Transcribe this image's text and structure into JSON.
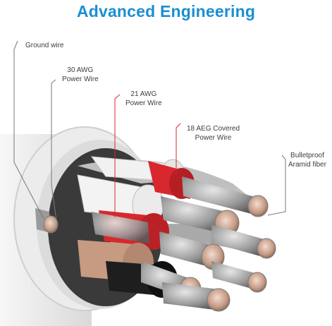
{
  "title": "Advanced Engineering",
  "labels": {
    "ground_wire": "Ground wire",
    "awg30_line1": "30 AWG",
    "awg30_line2": "Power Wire",
    "awg21_line1": "21 AWG",
    "awg21_line2": "Power Wire",
    "aeg18_line1": "18 AEG Covered",
    "aeg18_line2": "Power Wire",
    "aramid_line1": "Bulletproof",
    "aramid_line2": "Aramid fiber"
  },
  "colors": {
    "title": "#1a8fd1",
    "jacket": "#e9e9e9",
    "red_insulation": "#d8272d",
    "white_insulation": "#f1f1f1",
    "black_insulation": "#1e1e1e",
    "copper_insulation": "#c79a82",
    "copper_strand": "#9a9a9a"
  }
}
